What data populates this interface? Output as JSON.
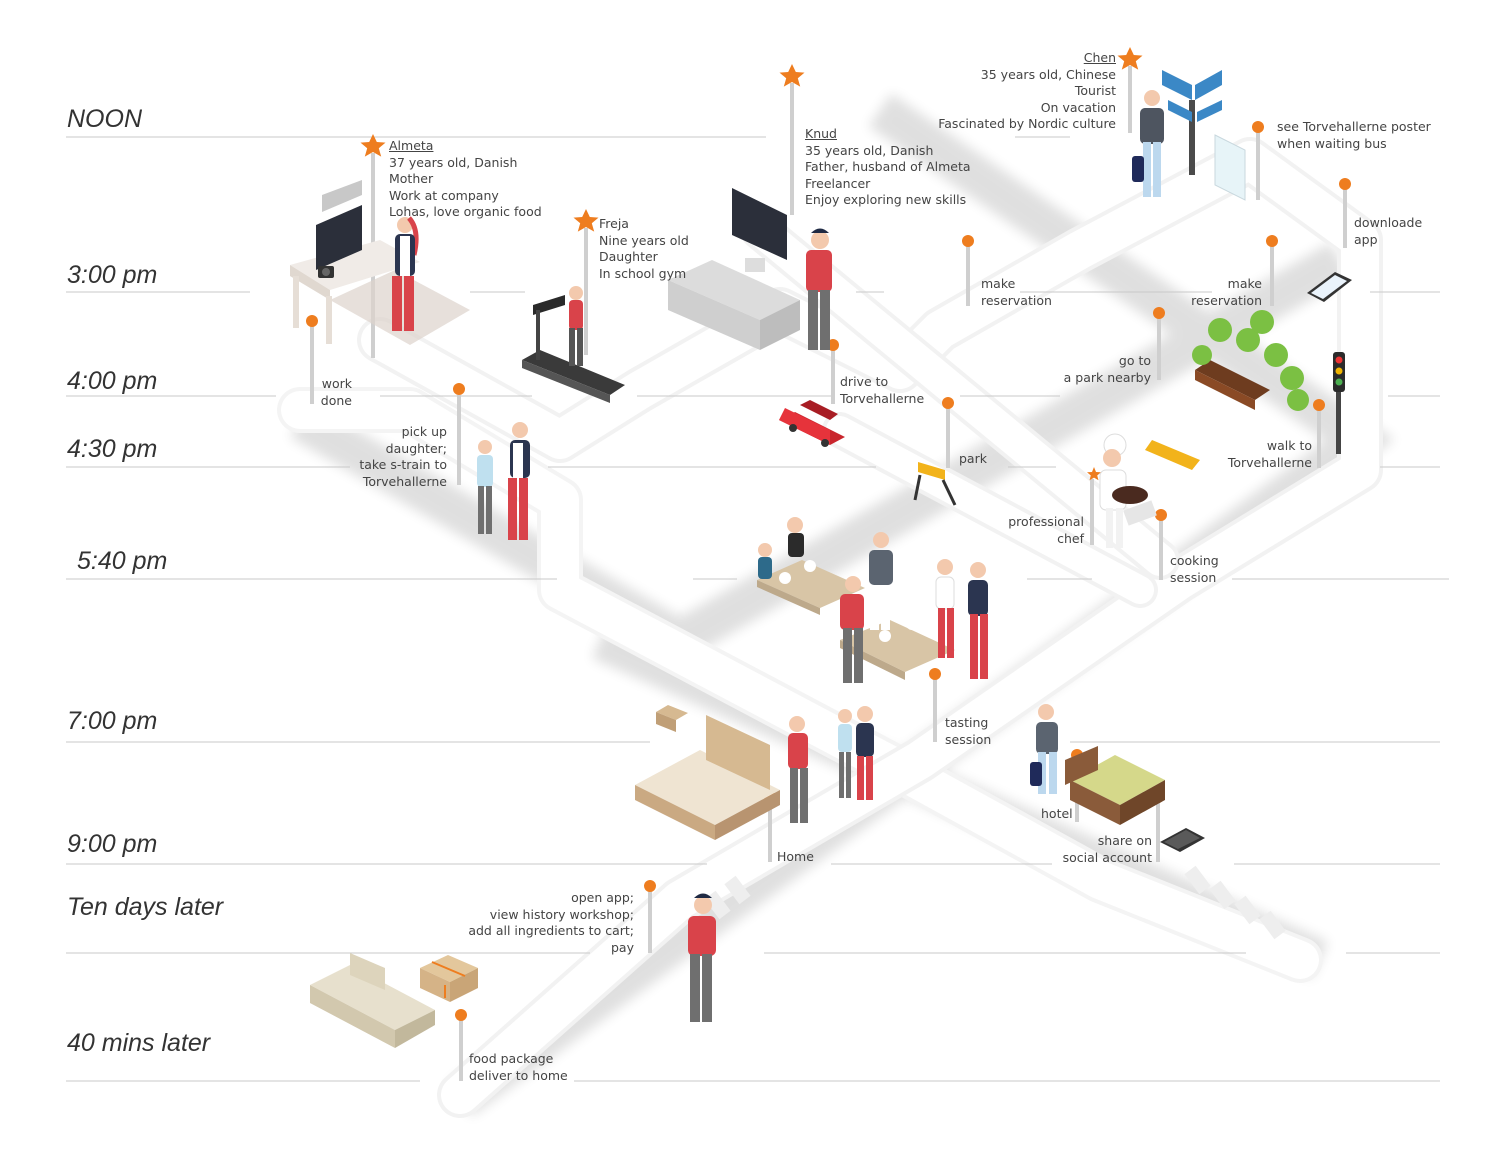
{
  "times": {
    "noon": "NOON",
    "t300": "3:00 pm",
    "t400": "4:00 pm",
    "t430": "4:30 pm",
    "t540": "5:40 pm",
    "t700": "7:00 pm",
    "t900": "9:00 pm",
    "ten_days": "Ten days later",
    "forty": "40 mins later"
  },
  "personas": {
    "almeta": {
      "name": "Almeta",
      "lines": [
        "37 years old, Danish",
        "Mother",
        "Work at company",
        "Lohas, love organic food"
      ]
    },
    "freja": {
      "name": "Freja",
      "lines": [
        "Nine years old",
        "Daughter",
        "In school gym"
      ]
    },
    "knud": {
      "name": "Knud",
      "lines": [
        "35 years old, Danish",
        "Father, husband of Almeta",
        "Freelancer",
        "Enjoy exploring new skills"
      ]
    },
    "chen": {
      "name": "Chen",
      "lines": [
        "35 years old, Chinese",
        "Tourist",
        "On vacation",
        "Fascinated by Nordic culture"
      ]
    }
  },
  "steps": {
    "poster": [
      "see Torvehallerne poster",
      "when waiting bus"
    ],
    "download": [
      "downloade",
      "app"
    ],
    "make_res_1": [
      "make",
      "reservation"
    ],
    "make_res_2": [
      "make",
      "reservation"
    ],
    "work_done": [
      "work",
      "done"
    ],
    "drive": [
      "drive to",
      "Torvehallerne"
    ],
    "park_nearby": [
      "go to",
      "a park nearby"
    ],
    "walk": [
      "walk to",
      "Torvehallerne"
    ],
    "pickup": [
      "pick up",
      "daughter;",
      "take s-train to",
      "Torvehallerne"
    ],
    "park": [
      "park"
    ],
    "chef": [
      "professional",
      "chef"
    ],
    "cooking": [
      "cooking",
      "session"
    ],
    "tasting": [
      "tasting",
      "session"
    ],
    "hotel": [
      "hotel"
    ],
    "home": [
      "Home"
    ],
    "share": [
      "share on",
      "social account"
    ],
    "open_app": [
      "open app;",
      "view history workshop;",
      "add all ingredients to cart;",
      "pay"
    ],
    "food_package": [
      "food package",
      "deliver to home"
    ]
  },
  "colors": {
    "accent": "#ee7d1f",
    "red_shirt": "#d9434a",
    "line": "#cfcfcf",
    "road": "#f7f7f7"
  }
}
